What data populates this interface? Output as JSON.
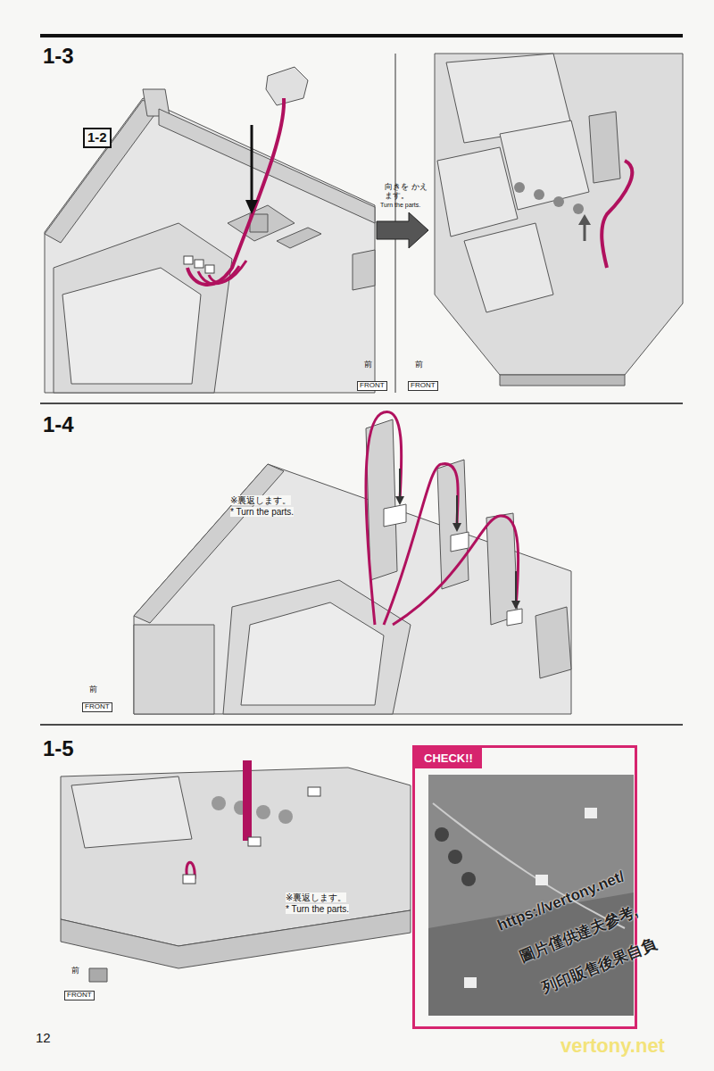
{
  "diagram": {
    "nodes": [
      {
        "text": [
          "CHECK!!"
        ]
      }
    ],
    "labels": [
      "1-3",
      "1-2",
      "向きを かえます。",
      "Turn the parts.",
      "前",
      "FRONT",
      "前",
      "FRONT",
      "1-4",
      "※裏返します。",
      "* Turn the parts.",
      "前",
      "FRONT",
      "1-5",
      "※裏返します。",
      "* Turn the parts.",
      "前",
      "FRONT",
      "12",
      "https://vertony.net/",
      "圖片僅供達夫參考,",
      "列印販售後果自負",
      "vertony.net"
    ]
  }
}
